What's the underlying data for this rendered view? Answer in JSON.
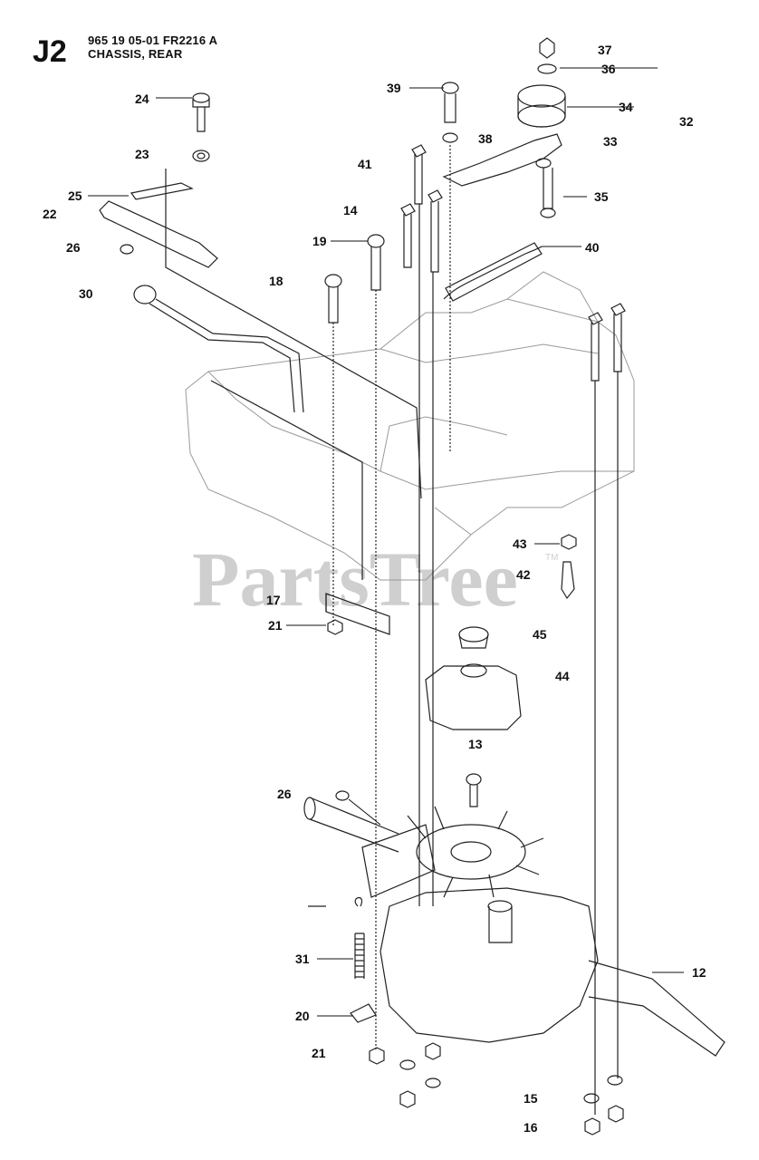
{
  "header": {
    "code": "J2",
    "part_line": "965 19 05-01 FR2216 A",
    "section": "CHASSIS, REAR"
  },
  "watermark": {
    "text": "PartsTree",
    "tm": "TM"
  },
  "callouts": [
    {
      "num": "37"
    },
    {
      "num": "36"
    },
    {
      "num": "34"
    },
    {
      "num": "32"
    },
    {
      "num": "33"
    },
    {
      "num": "38"
    },
    {
      "num": "39"
    },
    {
      "num": "24"
    },
    {
      "num": "23"
    },
    {
      "num": "41"
    },
    {
      "num": "25"
    },
    {
      "num": "22"
    },
    {
      "num": "14"
    },
    {
      "num": "35"
    },
    {
      "num": "26"
    },
    {
      "num": "19"
    },
    {
      "num": "40"
    },
    {
      "num": "30"
    },
    {
      "num": "18"
    },
    {
      "num": "43"
    },
    {
      "num": "42"
    },
    {
      "num": "17"
    },
    {
      "num": "21"
    },
    {
      "num": "45"
    },
    {
      "num": "44"
    },
    {
      "num": "13"
    },
    {
      "num": "26"
    },
    {
      "num": "31"
    },
    {
      "num": "12"
    },
    {
      "num": "20"
    },
    {
      "num": "21"
    },
    {
      "num": "15"
    },
    {
      "num": "16"
    }
  ]
}
